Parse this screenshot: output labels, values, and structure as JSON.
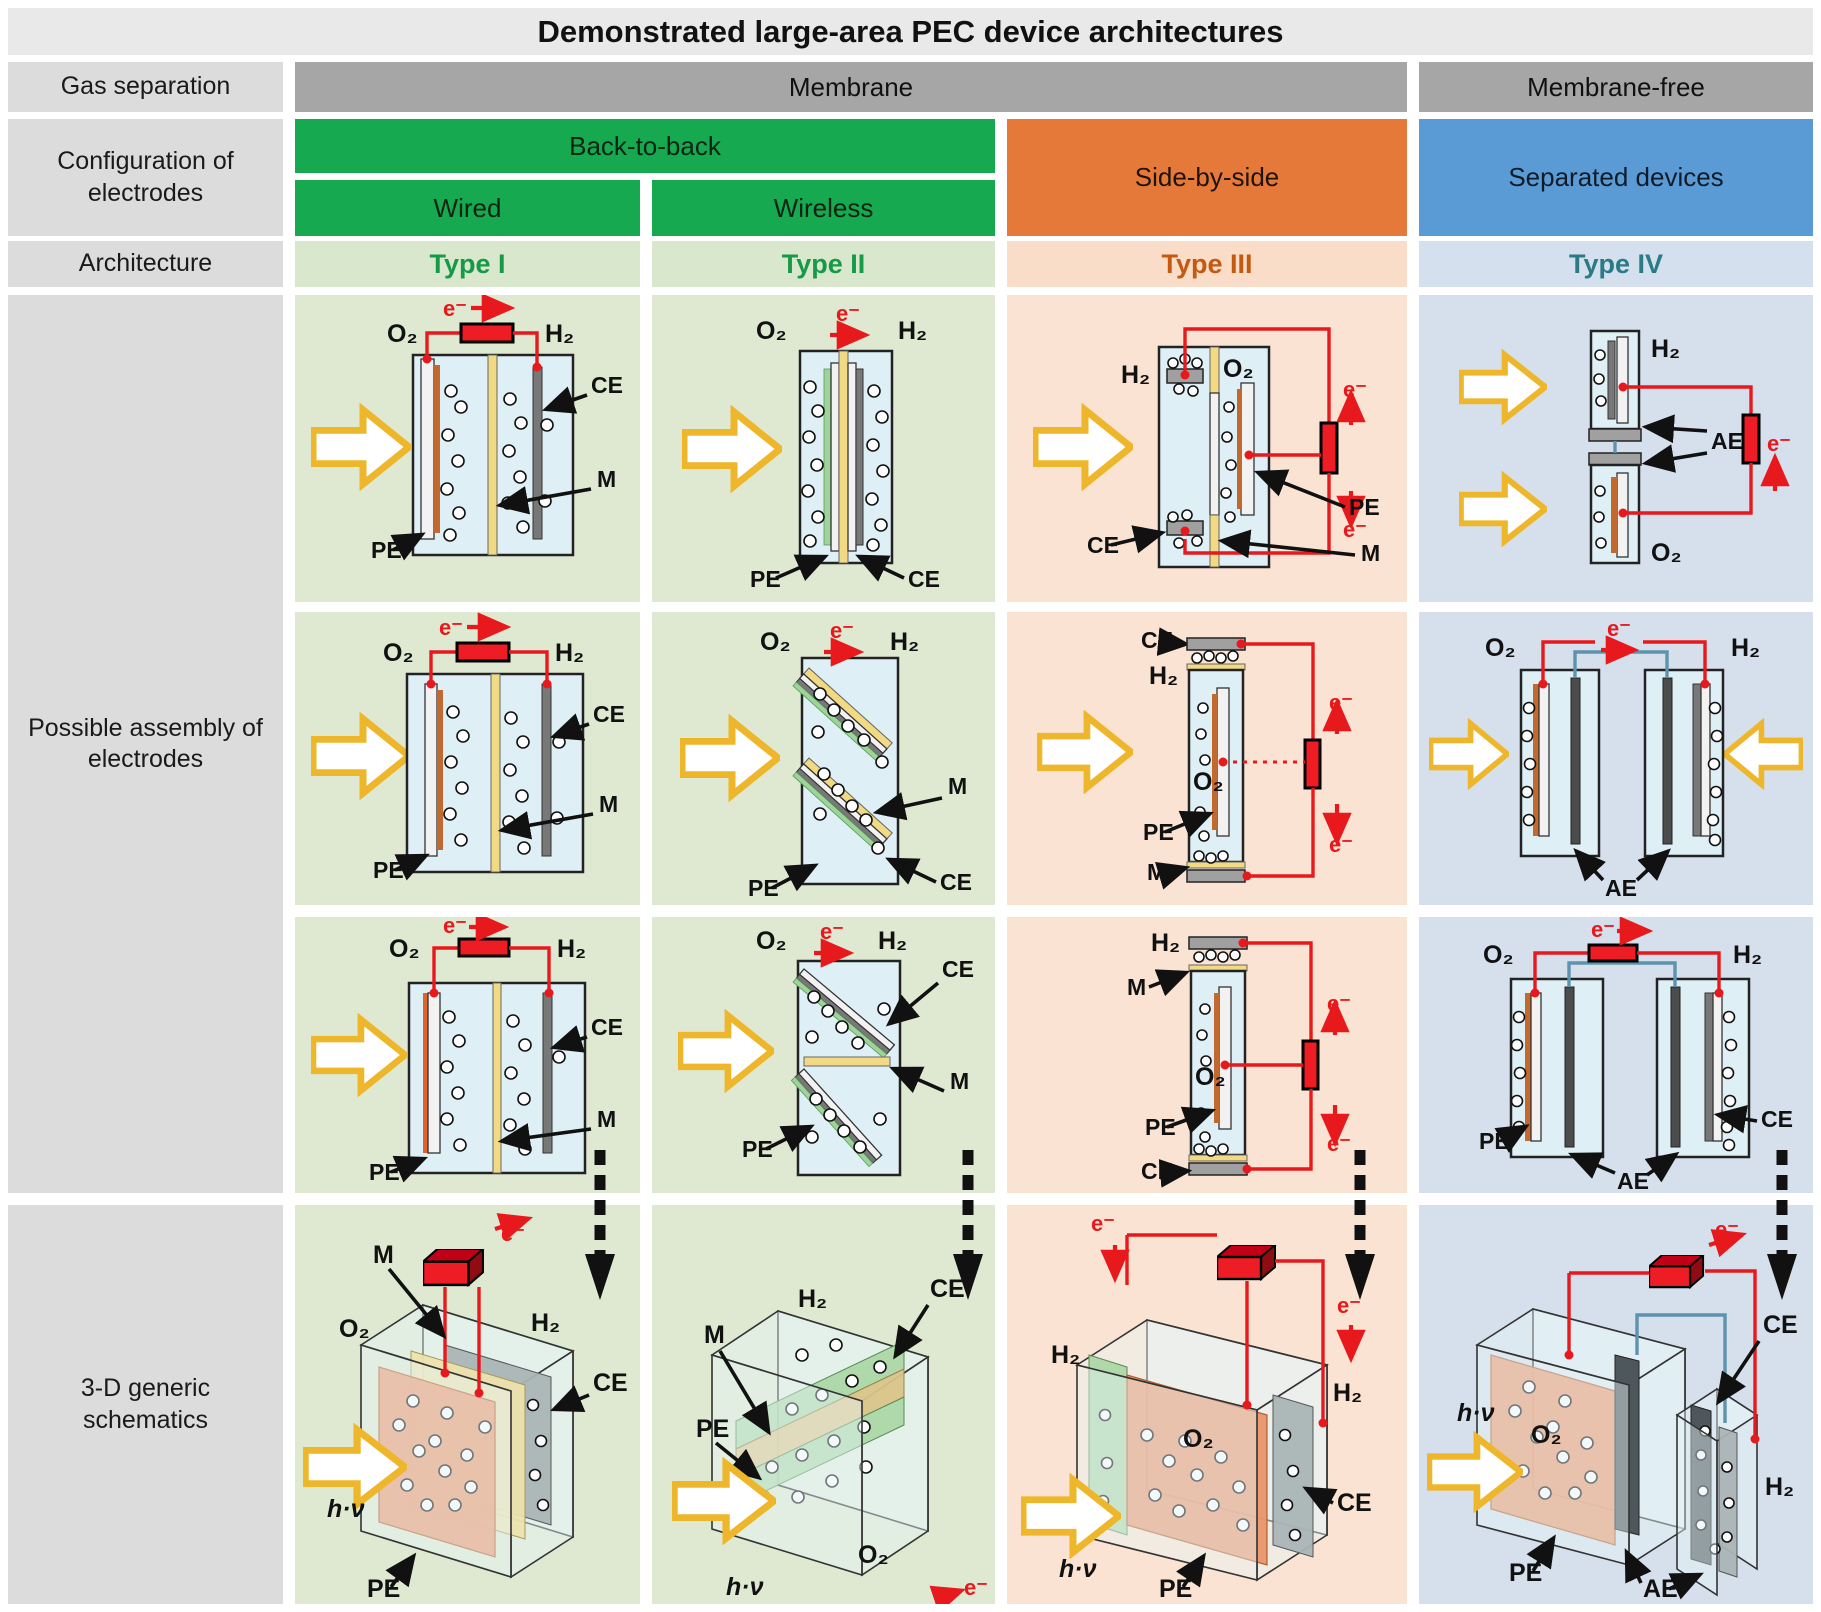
{
  "title": "Demonstrated large-area PEC device architectures",
  "rows": {
    "gas_separation": "Gas separation",
    "configuration": "Configuration of electrodes",
    "architecture": "Architecture",
    "possible_assembly": "Possible assembly of electrodes",
    "schematics": "3-D generic schematics"
  },
  "columns": {
    "membrane": "Membrane",
    "membrane_free": "Membrane-free",
    "back_to_back": "Back-to-back",
    "wired": "Wired",
    "wireless": "Wireless",
    "side_by_side": "Side-by-side",
    "separated_devices": "Separated devices",
    "type1": "Type I",
    "type2": "Type II",
    "type3": "Type III",
    "type4": "Type IV"
  },
  "labels": {
    "o2": "O₂",
    "h2": "H₂",
    "pe": "PE",
    "ce": "CE",
    "m": "M",
    "ae": "AE",
    "e": "e⁻",
    "hv": "h·ν"
  },
  "colors": {
    "green_header": "#17a94f",
    "orange_header": "#e5793a",
    "blue_header": "#5b9bd5",
    "gray_bar": "#a6a6a6",
    "label_bg": "#dcdcdc",
    "pale_green": "#dfe9d2",
    "pale_orange": "#fae3d2",
    "pale_blue": "#d6e0ec",
    "type1_text": "#169a48",
    "type3_text": "#c45911",
    "type4_text": "#2a7b85",
    "circuit_red": "#e8191c",
    "membrane_yellow": "#f2d983",
    "pe_orange": "#c2692f",
    "ce_gray": "#787878",
    "light_arrow_yellow": "#eeb62a"
  }
}
